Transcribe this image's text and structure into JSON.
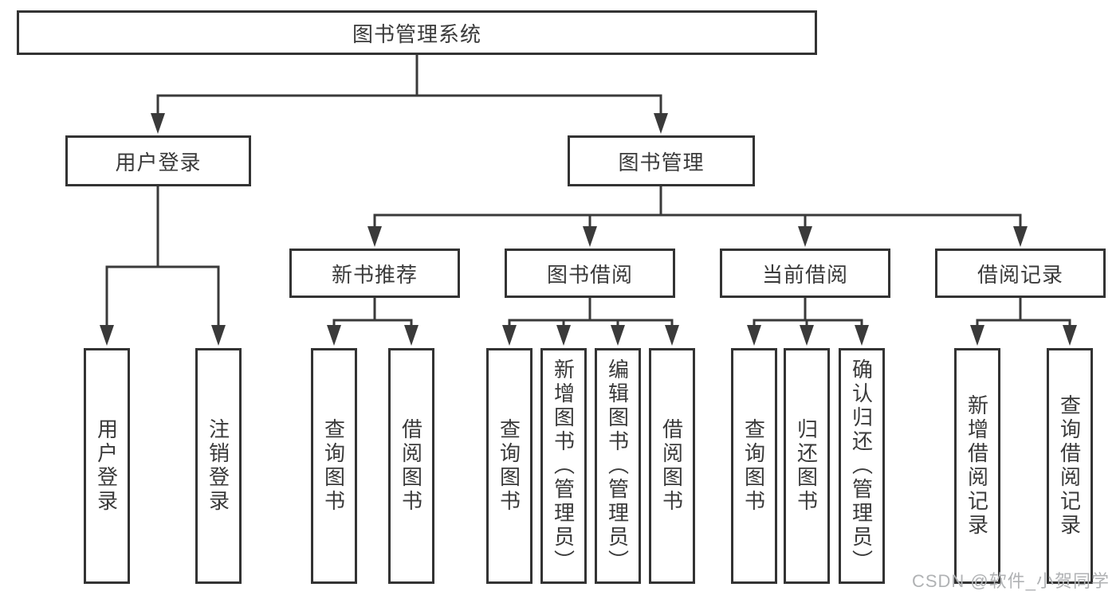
{
  "diagram": {
    "root": "图书管理系统",
    "user_branch": {
      "label": "用户登录",
      "children": [
        "用户登录",
        "注销登录"
      ]
    },
    "book_branch": {
      "label": "图书管理",
      "sections": {
        "recommend": {
          "label": "新书推荐",
          "children": [
            "查询图书",
            "借阅图书"
          ]
        },
        "borrow": {
          "label": "图书借阅",
          "children": [
            "查询图书",
            "新增图书（管理员）",
            "编辑图书（管理员）",
            "借阅图书"
          ]
        },
        "current": {
          "label": "当前借阅",
          "children": [
            "查询图书",
            "归还图书",
            "确认归还（管理员）"
          ]
        },
        "records": {
          "label": "借阅记录",
          "children": [
            "新增借阅记录",
            "查询借阅记录"
          ]
        }
      }
    },
    "watermark": "CSDN @软件_小贺同学",
    "colors": {
      "line": "#3a3a3a",
      "box_border": "#333333",
      "text": "#3a3a3a",
      "watermark": "#b0b2b4",
      "background": "#ffffff"
    }
  }
}
